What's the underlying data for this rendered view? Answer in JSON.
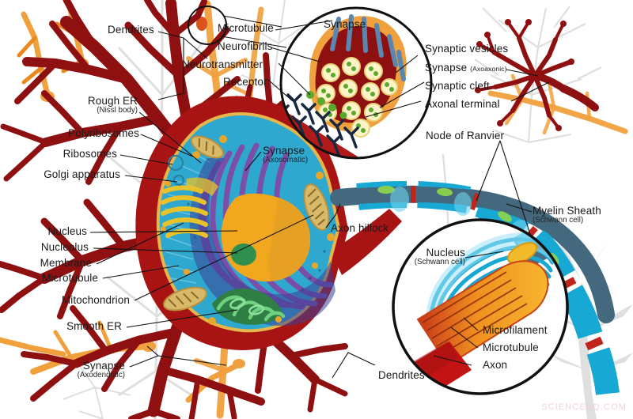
{
  "figure": {
    "subject": "neuron-anatomy-diagram",
    "watermark": "SCIENCEAQ.COM"
  },
  "labels": {
    "dendrites_top": {
      "text": "Dendrites"
    },
    "microtubule_top": {
      "text": "Microtubule"
    },
    "neurofibrils": {
      "text": "Neurofibrils"
    },
    "neurotransmitter": {
      "text": "Neurotransmitter"
    },
    "receptor": {
      "text": "Receptor"
    },
    "synapse_inset": {
      "text": "Synapse"
    },
    "synaptic_vesicles": {
      "text": "Synaptic vesicles"
    },
    "synapse_axoaxonic": {
      "text": "Synapse",
      "sub": "(Axoaxonic)"
    },
    "synaptic_cleft": {
      "text": "Synaptic cleft"
    },
    "axonal_terminal": {
      "text": "Axonal terminal"
    },
    "node_of_ranvier": {
      "text": "Node of Ranvier"
    },
    "myelin_sheath": {
      "text": "Myelin Sheath",
      "sub": "(Schwann cell)"
    },
    "rough_er": {
      "text": "Rough ER",
      "sub": "(Nissl body)"
    },
    "polyribosomes": {
      "text": "Polyribosomes"
    },
    "ribosomes": {
      "text": "Ribosomes"
    },
    "golgi": {
      "text": "Golgi apparatus"
    },
    "nucleus_soma": {
      "text": "Nucleus"
    },
    "nucleolus": {
      "text": "Nucleolus"
    },
    "membrane": {
      "text": "Membrane"
    },
    "microtubule_soma": {
      "text": "Microtubule"
    },
    "mitochondrion": {
      "text": "Mitochondrion"
    },
    "smooth_er": {
      "text": "Smooth ER"
    },
    "synapse_axodendritic": {
      "text": "Synapse",
      "sub": "(Axodendritic)"
    },
    "synapse_axosomatic": {
      "text": "Synapse",
      "sub": "(Axosomatic)"
    },
    "axon_hillock": {
      "text": "Axon hillock"
    },
    "nucleus_schwann": {
      "text": "Nucleus",
      "sub": "(Schwann cell)"
    },
    "microfilament": {
      "text": "Microfilament"
    },
    "microtubule_axon": {
      "text": "Microtubule"
    },
    "axon": {
      "text": "Axon"
    },
    "dendrites_bottom": {
      "text": "Dendrites"
    }
  },
  "colors": {
    "dendrite_red": "#8e1010",
    "soma_red": "#a81414",
    "terminal_orange": "#f0a03c",
    "myelin_cyan": "#17a8d4",
    "axon_slate": "#44697e",
    "node_red": "#c0251c",
    "cytoplasm_cyan": "#2fa8cf",
    "rough_er_purple": "#7b4ea8",
    "nucleus_orange": "#f2a81e",
    "nucleolus_green": "#2f8f4e",
    "golgi_yellow": "#e8c22a",
    "mito_tan": "#d8b96a",
    "smooth_er_green": "#3fa45c",
    "ghost_gray": "#dcdcdc",
    "background": "#ffffff"
  }
}
